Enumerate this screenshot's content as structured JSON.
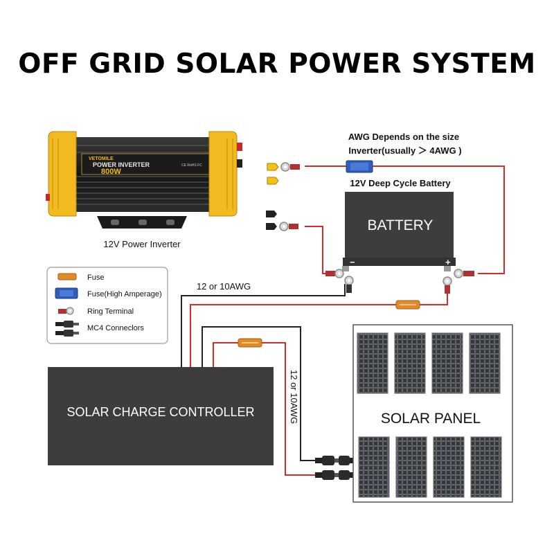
{
  "title": "OFF GRID SOLAR POWER SYSTEM",
  "inverter": {
    "brand": "VETOMILE",
    "product": "POWER INVERTER",
    "rating": "800W",
    "cert": "CE RoHS FC",
    "caption": "12V Power Inverter"
  },
  "battery": {
    "label": "BATTERY",
    "caption": "12V Deep Cycle Battery",
    "negative": "−",
    "positive": "+"
  },
  "awg_note": {
    "line1": "AWG Depends on the size",
    "line2": "Inverter(usually ＞ 4AWG )"
  },
  "legend": {
    "items": [
      {
        "label": "Fuse",
        "icon": "fuse-icon"
      },
      {
        "label": "Fuse(High Amperage)",
        "icon": "high-amperage-fuse-icon"
      },
      {
        "label": "Ring Terminal",
        "icon": "ring-terminal-icon"
      },
      {
        "label": "MC4 Conneclors",
        "icon": "mc4-connector-icon"
      }
    ]
  },
  "wire_gauge_horizontal": "12 or 10AWG",
  "wire_gauge_vertical": "12 or 10AWG",
  "controller": {
    "label": "SOLAR CHARGE CONTROLLER"
  },
  "solar_panel": {
    "label": "SOLAR PANEL"
  },
  "colors": {
    "wire_red": "#d32a2a",
    "wire_black": "#222222",
    "fuse_orange": "#e08a2a",
    "fuse_blue": "#2f5db8",
    "panel_box": "#3d3d3d",
    "inverter_yellow": "#f2b920"
  }
}
